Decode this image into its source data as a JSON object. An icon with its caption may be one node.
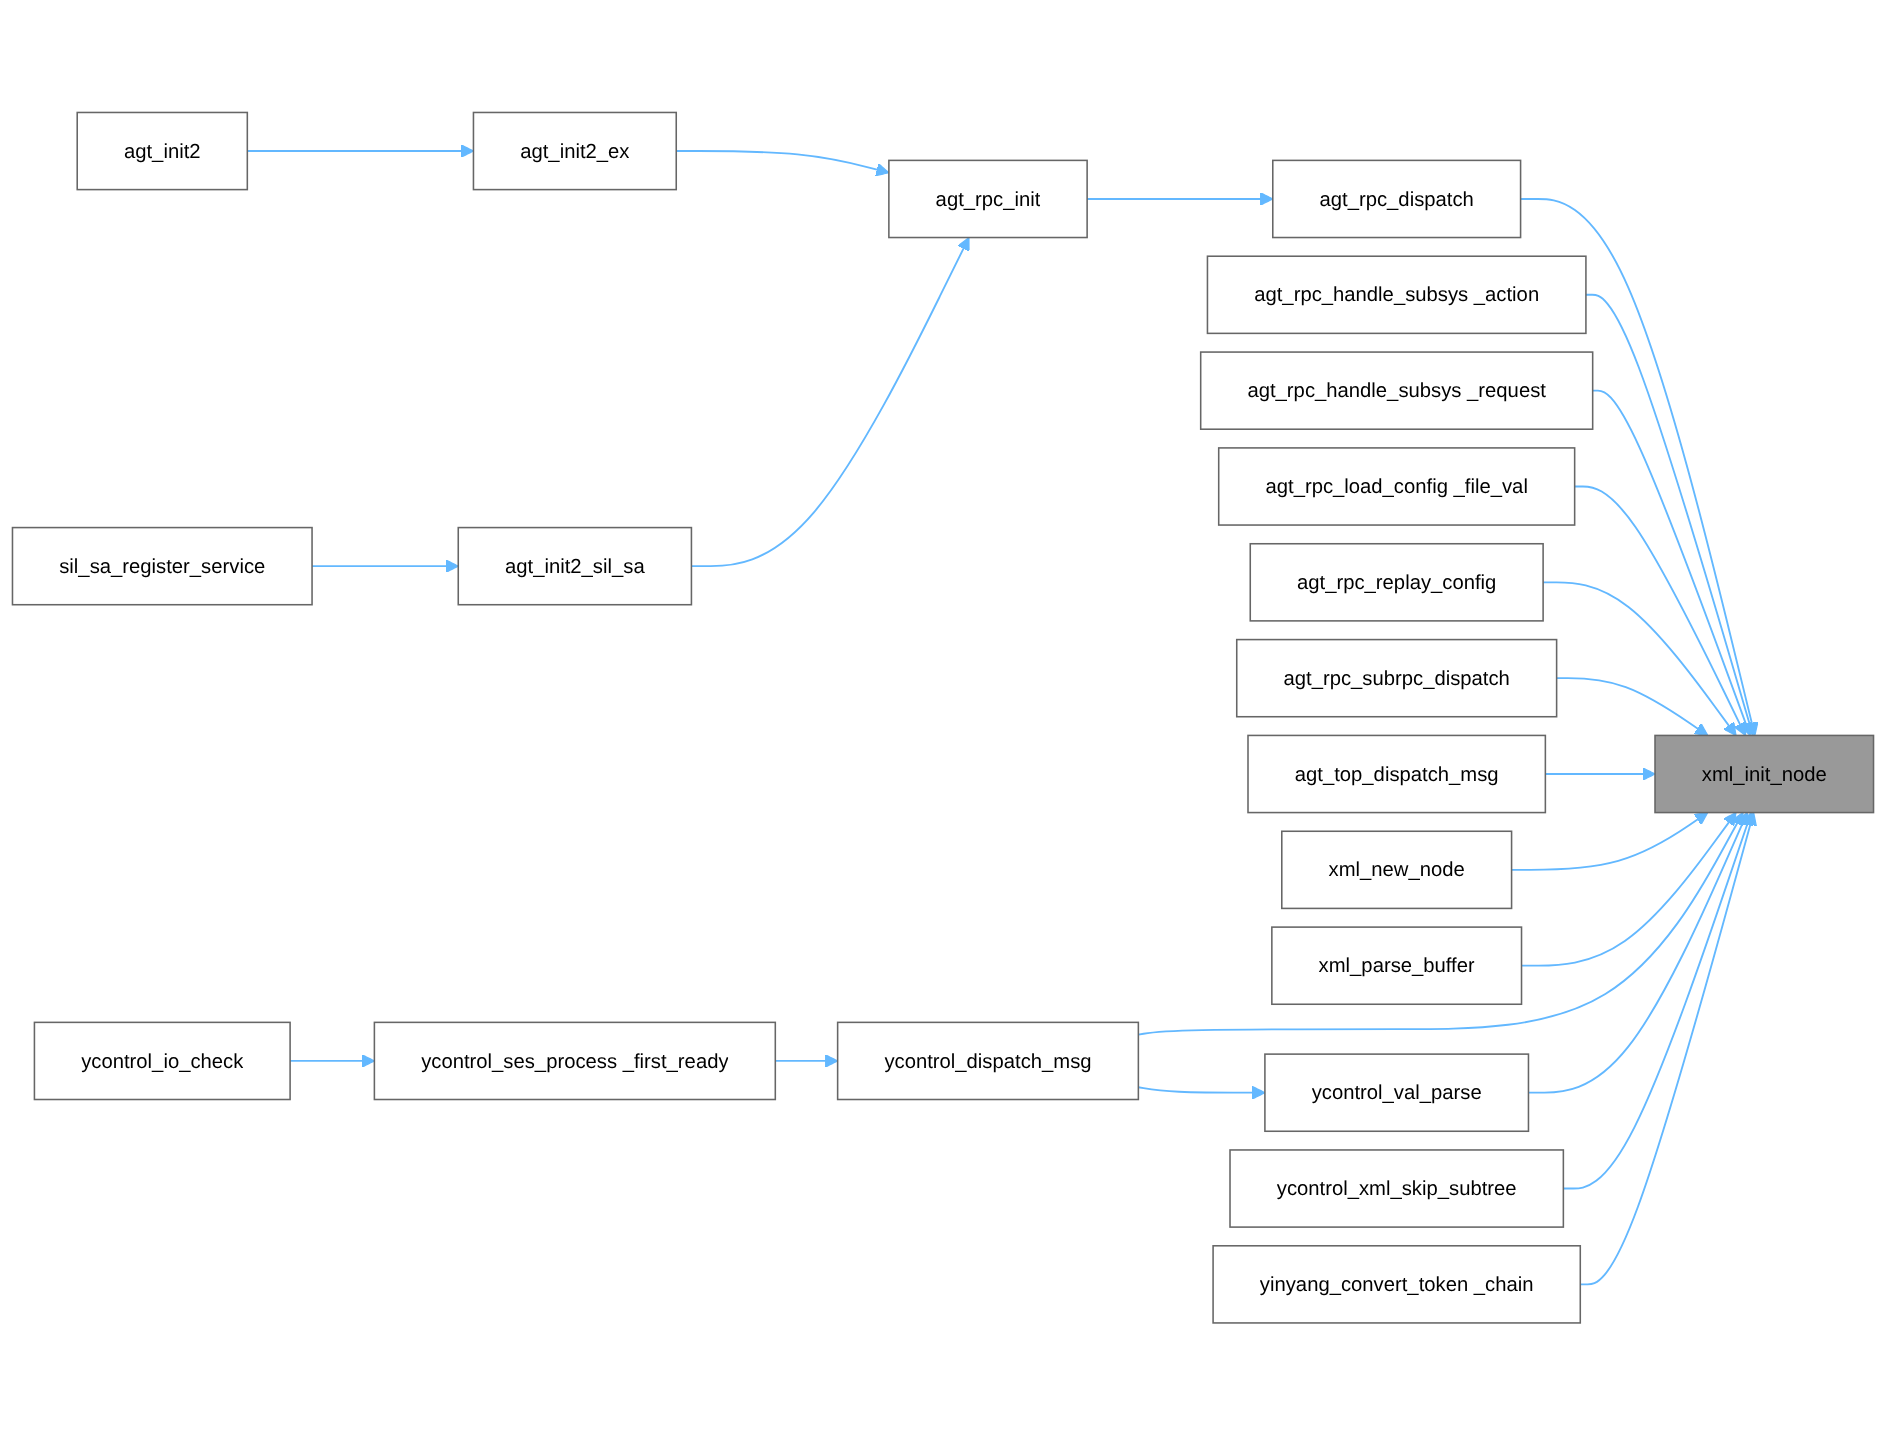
{
  "diagram": {
    "nodes": [
      {
        "text": [
          "agt_init2"
        ]
      },
      {
        "text": [
          "agt_init2_ex"
        ]
      },
      {
        "text": [
          "sil_sa_register_service"
        ]
      },
      {
        "text": [
          "agt_init2_sil_sa"
        ]
      },
      {
        "text": [
          "agt_rpc_init"
        ]
      },
      {
        "text": [
          "agt_rpc_dispatch"
        ]
      },
      {
        "text": [
          "agt_rpc_handle_subsys _action"
        ]
      },
      {
        "text": [
          "agt_rpc_handle_subsys _request"
        ]
      },
      {
        "text": [
          "agt_rpc_load_config _file_val"
        ]
      },
      {
        "text": [
          "agt_rpc_replay_config"
        ]
      },
      {
        "text": [
          "agt_rpc_subrpc_dispatch"
        ]
      },
      {
        "text": [
          "agt_top_dispatch_msg"
        ]
      },
      {
        "text": [
          "xml_new_node"
        ]
      },
      {
        "text": [
          "xml_parse_buffer"
        ]
      },
      {
        "text": [
          "ycontrol_io_check"
        ]
      },
      {
        "text": [
          "ycontrol_ses_process _first_ready"
        ]
      },
      {
        "text": [
          "ycontrol_dispatch_msg"
        ]
      },
      {
        "text": [
          "ycontrol_val_parse"
        ]
      },
      {
        "text": [
          "ycontrol_xml_skip_subtree"
        ]
      },
      {
        "text": [
          "yinyang_convert_token _chain"
        ]
      },
      {
        "text": [
          "xml_init_node"
        ]
      }
    ],
    "edges": [
      {
        "from": 0,
        "to": 1,
        "arrow": "to"
      },
      {
        "from": 1,
        "to": 4,
        "arrow": "to"
      },
      {
        "from": 2,
        "to": 3,
        "arrow": "to"
      },
      {
        "from": 3,
        "to": 4,
        "arrow": "to"
      },
      {
        "from": 4,
        "to": 5,
        "arrow": "to"
      },
      {
        "from": 5,
        "to": 20,
        "arrow": "to"
      },
      {
        "from": 6,
        "to": 20,
        "arrow": "to"
      },
      {
        "from": 7,
        "to": 20,
        "arrow": "to"
      },
      {
        "from": 8,
        "to": 20,
        "arrow": "to"
      },
      {
        "from": 9,
        "to": 20,
        "arrow": "to"
      },
      {
        "from": 10,
        "to": 20,
        "arrow": "to"
      },
      {
        "from": 11,
        "to": 20,
        "arrow": "to"
      },
      {
        "from": 12,
        "to": 20,
        "arrow": "to"
      },
      {
        "from": 13,
        "to": 20,
        "arrow": "to"
      },
      {
        "from": 14,
        "to": 15,
        "arrow": "to"
      },
      {
        "from": 15,
        "to": 16,
        "arrow": "to"
      },
      {
        "from": 16,
        "to": 20,
        "arrow": "to"
      },
      {
        "from": 16,
        "to": 17,
        "arrow": "to"
      },
      {
        "from": 17,
        "to": 20,
        "arrow": "to"
      },
      {
        "from": 18,
        "to": 20,
        "arrow": "to"
      },
      {
        "from": 19,
        "to": 20,
        "arrow": "to"
      }
    ]
  }
}
